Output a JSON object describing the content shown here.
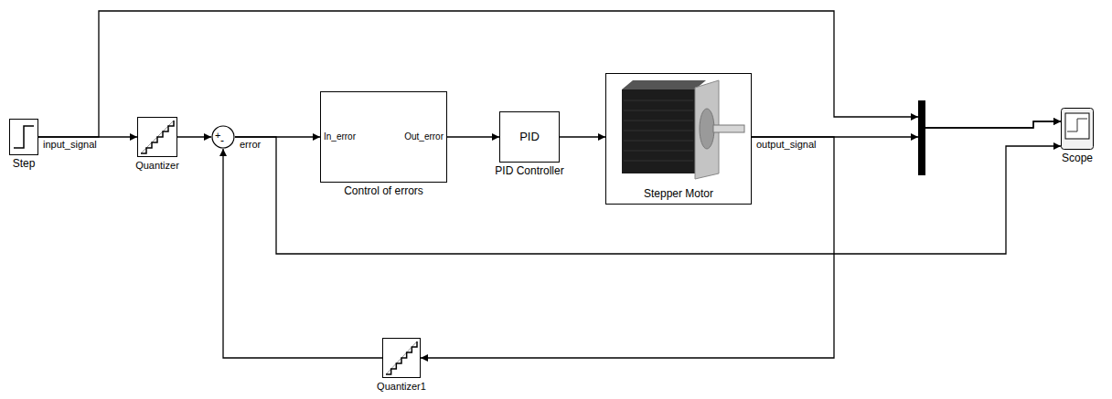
{
  "diagram": {
    "nodes": [
      {
        "text": [
          "Step"
        ]
      },
      {
        "text": [
          "Quantizer"
        ]
      },
      {
        "text": [
          "+",
          "-"
        ]
      },
      {
        "text": [
          "In_error",
          "Out_error",
          "Control of errors"
        ]
      },
      {
        "text": [
          "PID",
          "PID Controller"
        ]
      },
      {
        "text": [
          "Stepper Motor"
        ]
      },
      {
        "text": [
          "Scope"
        ]
      },
      {
        "text": [
          "Quantizer1"
        ]
      }
    ],
    "edges": [
      {
        "from": 0,
        "to": 1,
        "arrow": "to",
        "label": "input_signal"
      },
      {
        "from": 0,
        "to": 6,
        "arrow": "to"
      },
      {
        "from": 1,
        "to": 2,
        "arrow": "to"
      },
      {
        "from": 2,
        "to": 3,
        "arrow": "to",
        "label": "error"
      },
      {
        "from": 2,
        "to": 6,
        "arrow": "to"
      },
      {
        "from": 3,
        "to": 4,
        "arrow": "to"
      },
      {
        "from": 4,
        "to": 5,
        "arrow": "to"
      },
      {
        "from": 5,
        "to": 6,
        "arrow": "to",
        "label": "output_signal"
      },
      {
        "from": 5,
        "to": 7,
        "arrow": "to"
      },
      {
        "from": 7,
        "to": 2,
        "arrow": "to"
      }
    ]
  }
}
